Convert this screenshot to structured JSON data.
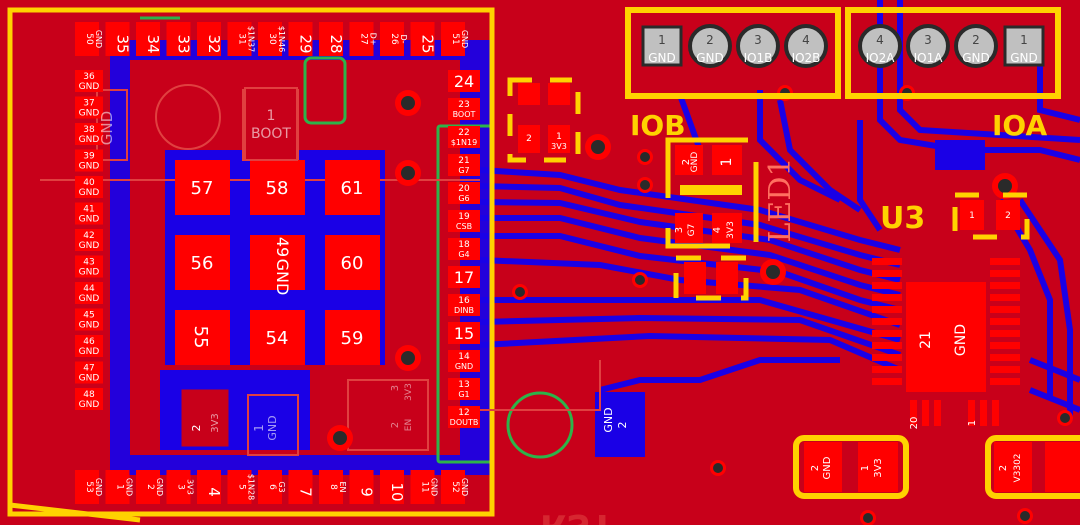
{
  "module": {
    "left_pads": [
      {
        "num": "36",
        "net": "GND"
      },
      {
        "num": "37",
        "net": "GND"
      },
      {
        "num": "38",
        "net": "GND"
      },
      {
        "num": "39",
        "net": "GND"
      },
      {
        "num": "40",
        "net": "GND"
      },
      {
        "num": "41",
        "net": "GND"
      },
      {
        "num": "42",
        "net": "GND"
      },
      {
        "num": "43",
        "net": "GND"
      },
      {
        "num": "44",
        "net": "GND"
      },
      {
        "num": "45",
        "net": "GND"
      },
      {
        "num": "46",
        "net": "GND"
      },
      {
        "num": "47",
        "net": "GND"
      },
      {
        "num": "48",
        "net": "GND"
      }
    ],
    "top_pads": [
      {
        "num": "50",
        "net": "GND"
      },
      {
        "num": "35",
        "net": ""
      },
      {
        "num": "34",
        "net": ""
      },
      {
        "num": "33",
        "net": ""
      },
      {
        "num": "32",
        "net": ""
      },
      {
        "num": "31",
        "net": "$1N37"
      },
      {
        "num": "30",
        "net": "$1N46"
      },
      {
        "num": "29",
        "net": ""
      },
      {
        "num": "28",
        "net": ""
      },
      {
        "num": "27",
        "net": "D+"
      },
      {
        "num": "26",
        "net": "D-"
      },
      {
        "num": "25",
        "net": ""
      },
      {
        "num": "51",
        "net": "GND"
      }
    ],
    "right_pads": [
      {
        "num": "24",
        "net": ""
      },
      {
        "num": "23",
        "net": "BOOT"
      },
      {
        "num": "22",
        "net": "$1N19"
      },
      {
        "num": "21",
        "net": "G7"
      },
      {
        "num": "20",
        "net": "G6"
      },
      {
        "num": "19",
        "net": "CSB"
      },
      {
        "num": "18",
        "net": "G4"
      },
      {
        "num": "17",
        "net": ""
      },
      {
        "num": "16",
        "net": "DINB"
      },
      {
        "num": "15",
        "net": ""
      },
      {
        "num": "14",
        "net": "GND"
      },
      {
        "num": "13",
        "net": "G1"
      },
      {
        "num": "12",
        "net": "DOUTB"
      }
    ],
    "bottom_pads": [
      {
        "num": "53",
        "net": "GND"
      },
      {
        "num": "1",
        "net": "GND"
      },
      {
        "num": "2",
        "net": "GND"
      },
      {
        "num": "3",
        "net": "3V3"
      },
      {
        "num": "4",
        "net": ""
      },
      {
        "num": "5",
        "net": "$1N28"
      },
      {
        "num": "6",
        "net": "G3"
      },
      {
        "num": "7",
        "net": ""
      },
      {
        "num": "8",
        "net": "EN"
      },
      {
        "num": "9",
        "net": ""
      },
      {
        "num": "10",
        "net": ""
      },
      {
        "num": "11",
        "net": "GND"
      },
      {
        "num": "52",
        "net": "GND"
      }
    ],
    "center_pads": [
      "57",
      "58",
      "61",
      "56",
      "60",
      "55",
      "54",
      "59"
    ],
    "center_gnd": {
      "num": "49",
      "net": "GND"
    },
    "boot_pad": {
      "num": "1",
      "net": "BOOT"
    },
    "left_gnd_label": "GND"
  },
  "header_iob": {
    "label": "IOB",
    "pins": [
      {
        "num": "1",
        "net": "GND"
      },
      {
        "num": "2",
        "net": "GND"
      },
      {
        "num": "3",
        "net": "IO1B"
      },
      {
        "num": "4",
        "net": "IO2B"
      }
    ]
  },
  "header_ioa": {
    "label": "IOA",
    "pins": [
      {
        "num": "4",
        "net": "IO2A"
      },
      {
        "num": "3",
        "net": "IO1A"
      },
      {
        "num": "2",
        "net": "GND"
      },
      {
        "num": "1",
        "net": "GND"
      }
    ]
  },
  "cap_small": [
    {
      "num": "2",
      "net": ""
    },
    {
      "num": "1",
      "net": "3V3"
    }
  ],
  "led": {
    "label": "LED1",
    "pins": [
      {
        "num": "2",
        "net": "GND"
      },
      {
        "num": "1",
        "net": ""
      },
      {
        "num": "3",
        "net": "G7"
      },
      {
        "num": "4",
        "net": "3V3"
      }
    ]
  },
  "u3": {
    "label": "U3",
    "pad_num": "21",
    "pad_net": "GND",
    "pin20": "20",
    "pin1": "1"
  },
  "cap_u3": [
    {
      "num": "1",
      "net": ""
    },
    {
      "num": "2",
      "net": ""
    }
  ],
  "cap_bottom_left": [
    {
      "num": "2",
      "net": "GND"
    },
    {
      "num": "1",
      "net": "3V3"
    }
  ],
  "cap_bottom_right": [
    {
      "num": "2",
      "net": "V3302"
    }
  ],
  "small_parts": {
    "c_left_3v3": {
      "num2": "2",
      "net": "3V3"
    },
    "c_left_gnd": {
      "num": "1",
      "net": "GND"
    },
    "btn_en": {
      "num3": "3",
      "net": "3V3",
      "num2": "2",
      "en": "EN"
    },
    "gnd_label_mid": "GND",
    "gnd_num_mid": "2"
  },
  "rst_label": "RST",
  "colors": {
    "board": "#c8001a",
    "pad": "#ff0000",
    "bottom_copper": "#1a00e6",
    "silk": "#ffd200",
    "keepout": "#2db34a",
    "via": "#2a2a2a"
  }
}
